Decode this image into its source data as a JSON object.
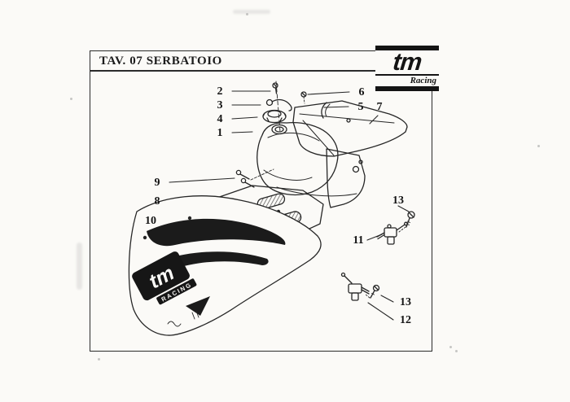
{
  "page": {
    "title": "TAV. 07 SERBATOIO"
  },
  "logo": {
    "brand": "tm",
    "sub": "Racing"
  },
  "diagram": {
    "fender_brand": "tm",
    "fender_sub": "RACING",
    "callouts": [
      {
        "label": "2"
      },
      {
        "label": "3"
      },
      {
        "label": "4"
      },
      {
        "label": "1"
      },
      {
        "label": "6"
      },
      {
        "label": "5"
      },
      {
        "label": "7"
      },
      {
        "label": "9"
      },
      {
        "label": "8"
      },
      {
        "label": "10"
      },
      {
        "label": "13"
      },
      {
        "label": "11"
      },
      {
        "label": "13"
      },
      {
        "label": "12"
      }
    ]
  }
}
